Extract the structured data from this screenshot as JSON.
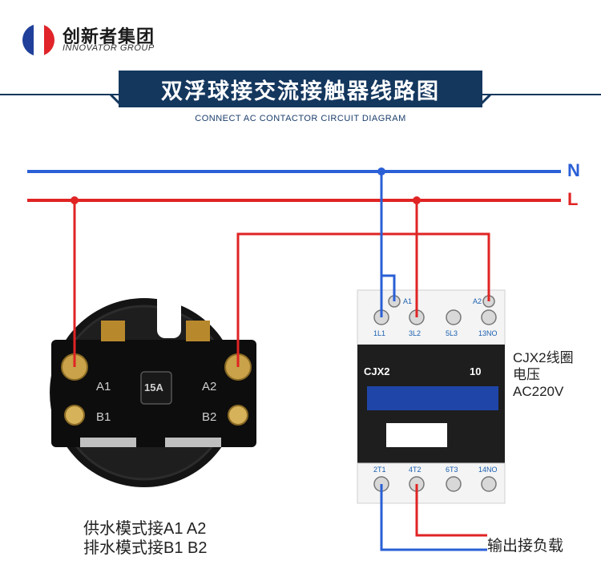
{
  "header": {
    "brand_cn": "创新者集团",
    "brand_en": "INNOVATOR GROUP",
    "title": "双浮球接交流接触器线路图",
    "subtitle": "CONNECT AC CONTACTOR CIRCUIT DIAGRAM"
  },
  "lines": {
    "neutral": "N",
    "live": "L"
  },
  "colors": {
    "neutral": "#2a5fd6",
    "live": "#e02424",
    "title_bg": "#14375e"
  },
  "switch": {
    "terminals": [
      "A1",
      "A2",
      "B1",
      "B2"
    ],
    "rating": "15A"
  },
  "contactor": {
    "model": "CJX2",
    "number": "10",
    "coil_terminals": [
      "A1",
      "A2"
    ],
    "top_terminals": [
      "1L1",
      "3L2",
      "5L3",
      "13NO"
    ],
    "bottom_terminals": [
      "2T1",
      "4T2",
      "6T3",
      "14NO"
    ]
  },
  "notes": {
    "coil_line1": "CJX2线圈",
    "coil_line2": "电压",
    "coil_line3": "AC220V",
    "mode_supply": "供水模式接A1 A2",
    "mode_drain": "排水模式接B1 B2",
    "output": "输出接负载"
  }
}
